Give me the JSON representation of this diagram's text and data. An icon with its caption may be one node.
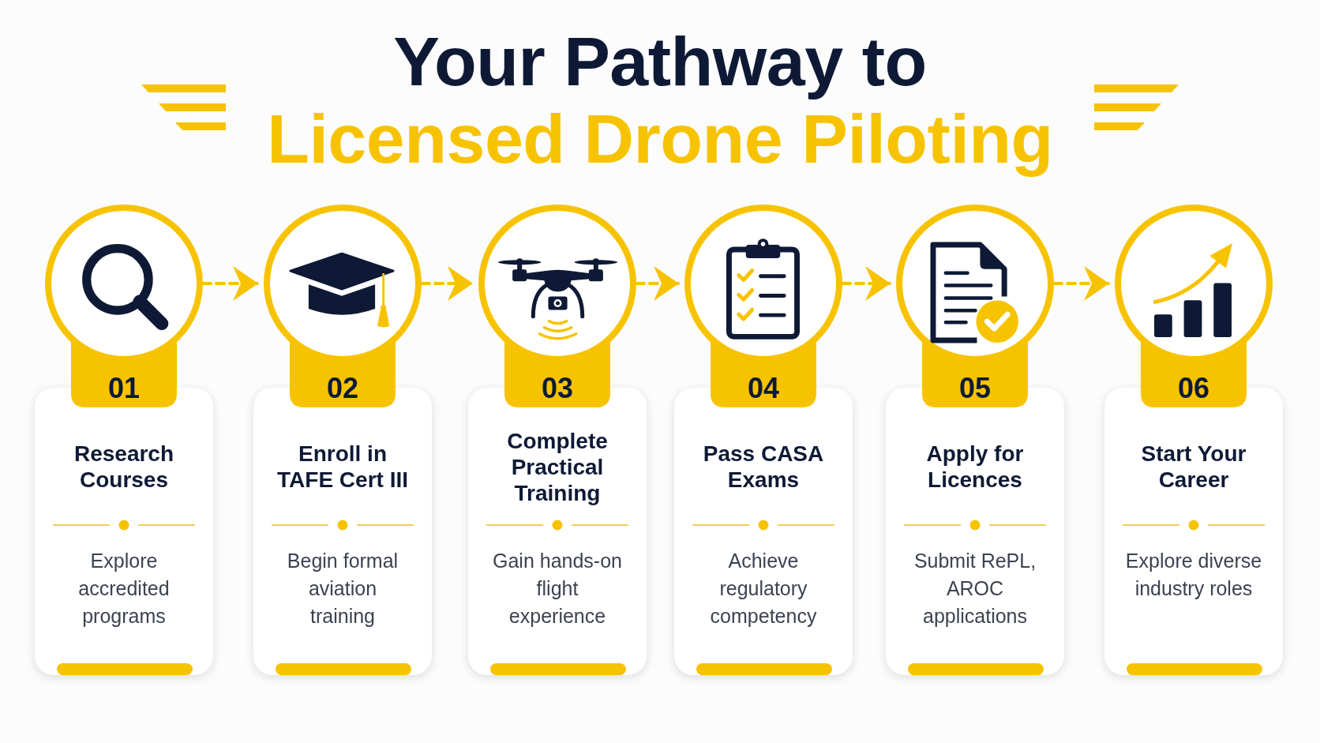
{
  "diagram": {
    "title": "Your Pathway to Licensed Drone Piloting",
    "nodes": [
      {
        "text": [
          "01"
        ]
      },
      {
        "text": [
          "Research Courses",
          "Explore accredited programs"
        ]
      },
      {
        "text": [
          "02"
        ]
      },
      {
        "text": [
          "Enroll in TAFE Cert III",
          "Begin formal aviation training"
        ]
      },
      {
        "text": [
          "03"
        ]
      },
      {
        "text": [
          "Complete Practical Training",
          "Gain hands-on flight experience"
        ]
      },
      {
        "text": [
          "04"
        ]
      },
      {
        "text": [
          "Pass CASA Exams",
          "Achieve regulatory competency"
        ]
      },
      {
        "text": [
          "05"
        ]
      },
      {
        "text": [
          "Apply for Licences",
          "Submit RePL, AROC applications"
        ]
      },
      {
        "text": [
          "06"
        ]
      },
      {
        "text": [
          "Start Your Career",
          "Explore diverse industry roles"
        ]
      }
    ],
    "edges": [
      {
        "from": 0,
        "to": 2,
        "arrow": "to",
        "style": "dashed"
      },
      {
        "from": 2,
        "to": 4,
        "arrow": "to",
        "style": "dashed"
      },
      {
        "from": 4,
        "to": 6,
        "arrow": "to",
        "style": "dashed"
      },
      {
        "from": 6,
        "to": 8,
        "arrow": "to",
        "style": "dashed"
      },
      {
        "from": 8,
        "to": 10,
        "arrow": "to",
        "style": "dashed"
      }
    ]
  }
}
